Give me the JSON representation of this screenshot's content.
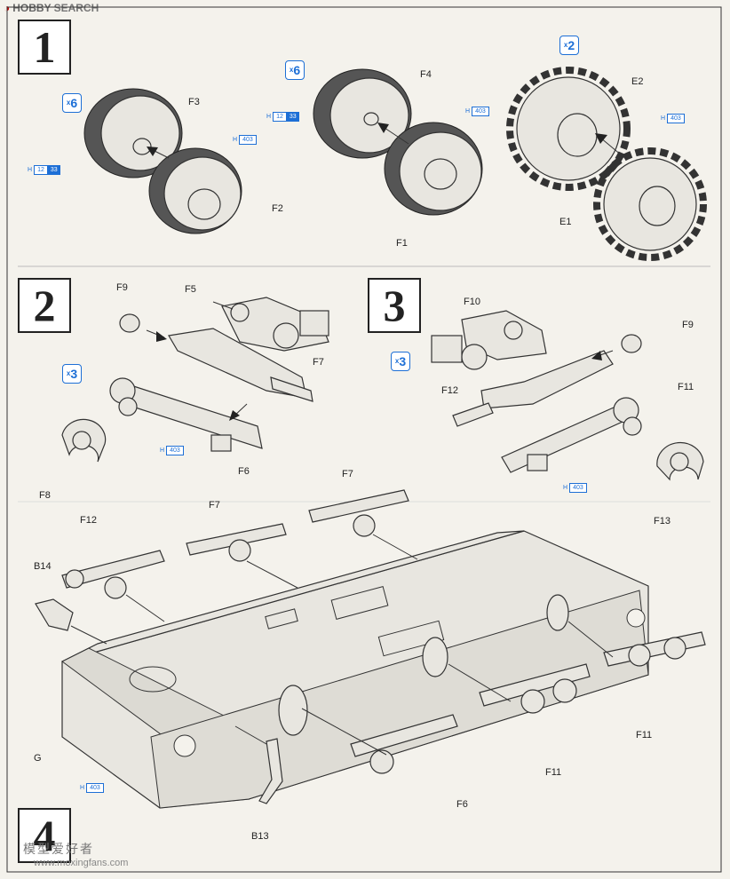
{
  "brand": {
    "logo_text": "HOBBY",
    "search_text": "SEARCH"
  },
  "steps": [
    "1",
    "2",
    "3",
    "4"
  ],
  "quantities": {
    "step1_f3": "6",
    "step1_f4": "6",
    "step1_e": "2",
    "step2": "3",
    "step3": "3"
  },
  "quantity_prefix": "x",
  "paint_codes": {
    "h": "H",
    "c403": "403",
    "c12": "12",
    "c33": "33"
  },
  "step1_labels": {
    "f3": "F3",
    "f2": "F2",
    "f4": "F4",
    "f1": "F1",
    "e2": "E2",
    "e1": "E1"
  },
  "step2_labels": {
    "f9": "F9",
    "f5": "F5",
    "f7": "F7",
    "f8": "F8",
    "f6": "F6"
  },
  "step3_labels": {
    "f10": "F10",
    "f9": "F9",
    "f12": "F12",
    "f11": "F11",
    "f13": "F13"
  },
  "step4_labels": {
    "f7a": "F7",
    "f7b": "F7",
    "f12": "F12",
    "b14": "B14",
    "g": "G",
    "b13": "B13",
    "f6": "F6",
    "f11a": "F11",
    "f11b": "F11"
  },
  "watermark": {
    "line1": "模型爱好者",
    "line2": "www.moxingfans.com"
  }
}
